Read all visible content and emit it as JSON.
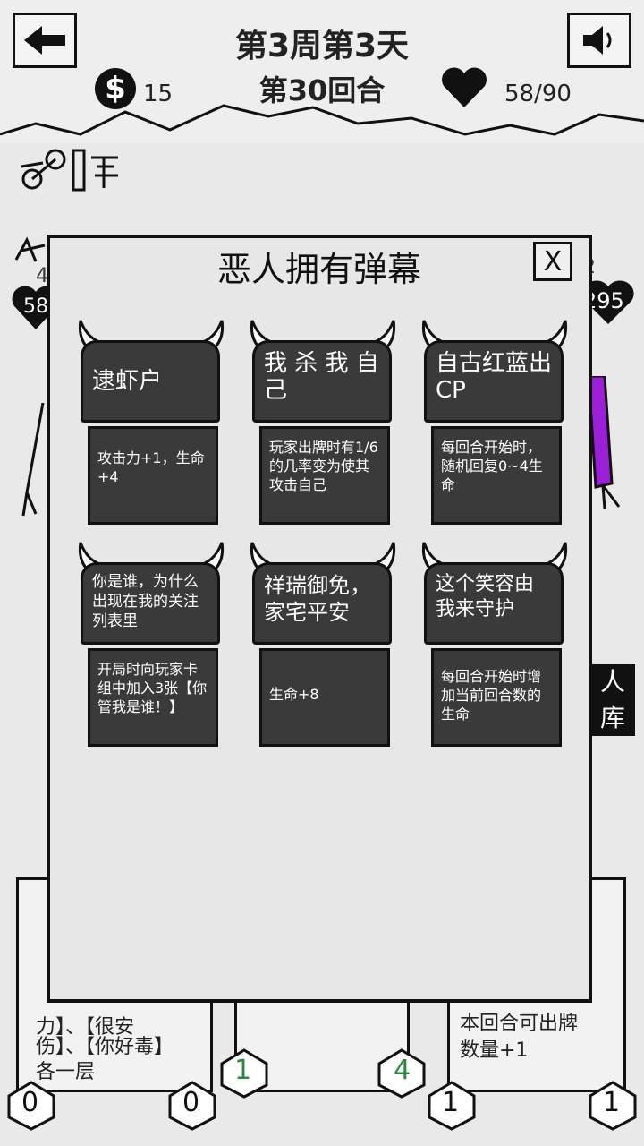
{
  "header": {
    "week_day": "第3周第3天",
    "round": "第30回合",
    "gold": "15",
    "hp": "58/90"
  },
  "background": {
    "left_enemy_num": "4",
    "left_enemy_hp": "58",
    "right_enemy_num": "2",
    "right_enemy_hp": "295",
    "side_label_top": "人",
    "side_label_bottom": "库",
    "bottom_left_text_1": "伤】、【你好毒】",
    "bottom_left_text_2": "各一层",
    "bottom_left_partial": "力】、【很安",
    "bottom_right_text_1": "本回合可出牌",
    "bottom_right_text_2": "数量+1",
    "cost_a": "0",
    "cost_b": "0",
    "cost_c": "1",
    "cost_d": "4",
    "cost_e": "1",
    "cost_f": "1"
  },
  "modal": {
    "title": "恶人拥有弹幕",
    "close_label": "X",
    "cards": [
      {
        "name": "逮虾户",
        "desc": "攻击力+1，生命+4"
      },
      {
        "name": "我 杀 我 自 己",
        "desc": "玩家出牌时有1/6的几率变为使其攻击自己"
      },
      {
        "name": "自古红蓝出CP",
        "desc": "每回合开始时，随机回复0~4生命"
      },
      {
        "name": "你是谁，为什么出现在我的关注列表里",
        "desc": "开局时向玩家卡组中加入3张【你管我是谁！】"
      },
      {
        "name": "祥瑞御免，家宅平安",
        "desc": "生命+8"
      },
      {
        "name": "这个笑容由我来守护",
        "desc": "每回合开始时增加当前回合数的生命"
      }
    ]
  },
  "colors": {
    "card_fill": "#3a3a3a",
    "accent_purple": "#9b1fd6",
    "gem_green": "#2a8a3a"
  }
}
